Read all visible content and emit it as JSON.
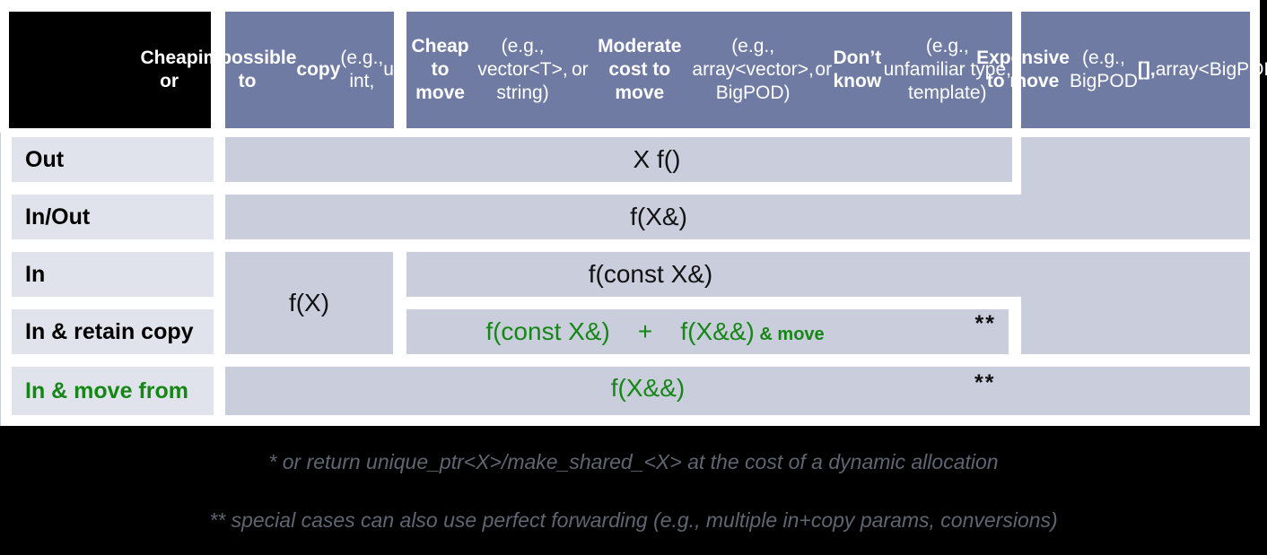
{
  "table": {
    "column_headers": [
      {
        "name": "cheap-or-impossible-to-copy",
        "segments": [
          {
            "t": "Cheap or",
            "b": true
          },
          {
            "br": true
          },
          {
            "t": "impossible to",
            "b": true
          },
          {
            "br": true
          },
          {
            "t": "copy",
            "b": true
          },
          {
            "t": " (e.g., int,",
            "b": false
          },
          {
            "br": true
          },
          {
            "t": "unique_ptr)",
            "b": false
          }
        ]
      },
      {
        "name": "cheap-moderate-or-unknown-to-move",
        "segments": [
          {
            "t": "Cheap to move",
            "b": true
          },
          {
            "t": " (e.g., vector<T>, string)",
            "b": false
          },
          {
            "br": true
          },
          {
            "t": "or ",
            "b": false
          },
          {
            "t": "Moderate cost to move",
            "b": true
          },
          {
            "t": " (e.g., array<vector>, BigPOD)",
            "b": false
          },
          {
            "br": true
          },
          {
            "t": "or ",
            "b": false
          },
          {
            "t": "Don’t know",
            "b": true
          },
          {
            "t": " (e.g., unfamiliar type, template)",
            "b": false
          }
        ]
      },
      {
        "name": "expensive-to-move",
        "segments": [
          {
            "t": "Expensive to move",
            "b": true
          },
          {
            "br": true
          },
          {
            "t": "(e.g., BigPOD",
            "b": false
          },
          {
            "t": "[],",
            "b": true
          },
          {
            "br": true
          },
          {
            "t": "array<BigPOD>)",
            "b": false
          }
        ]
      }
    ],
    "row_labels": [
      {
        "label": "Out"
      },
      {
        "label": "In/Out"
      },
      {
        "label": "In"
      },
      {
        "label": "In & retain copy"
      },
      {
        "label": "In & move from",
        "green": true
      }
    ],
    "cells": {
      "out_return_value": "X f()",
      "in_out_ref": "f(X&)",
      "in_by_value": "f(X)",
      "in_const_ref": "f(const X&)",
      "in_retain_copy_segments": [
        {
          "t": "f(const X&)"
        },
        {
          "t": "    +    "
        },
        {
          "t": "f(X&&)"
        },
        {
          "t": " & move",
          "sm": true
        }
      ],
      "in_retain_copy_footnote": "**",
      "in_move_from": "f(X&&)",
      "in_move_from_footnote": "**"
    }
  },
  "footnotes": {
    "line1": "* or return unique_ptr<X>/make_shared_<X> at the cost of a dynamic allocation",
    "line2": "** special cases can also use perfect forwarding (e.g., multiple in+copy params, conversions)"
  },
  "colors": {
    "header_bg": "#6f7ba3",
    "cell_bg": "#c9cddc",
    "row_label_bg": "#e0e3eb",
    "accent_green": "#148714",
    "footnote_text": "#5f6672",
    "frame_black": "#000000"
  }
}
